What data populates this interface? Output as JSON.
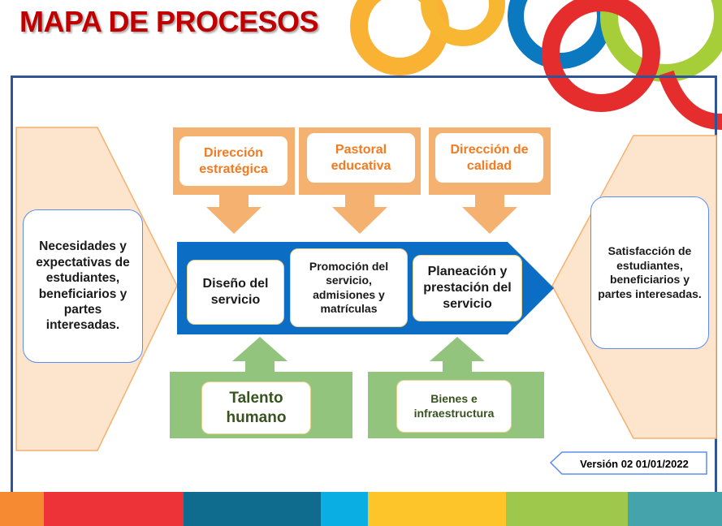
{
  "title": "MAPA DE PROCESOS",
  "inputs": {
    "text": "Necesidades y expectativas de estudiantes, beneficiarios y partes interesadas."
  },
  "outputs": {
    "text": "Satisfacción de estudiantes, beneficiarios y partes interesadas."
  },
  "strategic": [
    {
      "label": "Dirección estratégica"
    },
    {
      "label": "Pastoral educativa"
    },
    {
      "label": "Dirección de calidad"
    }
  ],
  "core": [
    {
      "label": "Diseño del servicio"
    },
    {
      "label": "Promoción del servicio, admisiones y matrículas"
    },
    {
      "label": "Planeación y prestación del servicio"
    }
  ],
  "support": [
    {
      "label": "Talento humano"
    },
    {
      "label": "Bienes e infraestructura"
    }
  ],
  "version": "Versión 02 01/01/2022",
  "colors": {
    "title": "#c00000",
    "frame": "#2f5597",
    "core": "#0b6dc4",
    "strategic": "#f4b16f",
    "support": "#93c47d",
    "io": "#fde4cc"
  }
}
